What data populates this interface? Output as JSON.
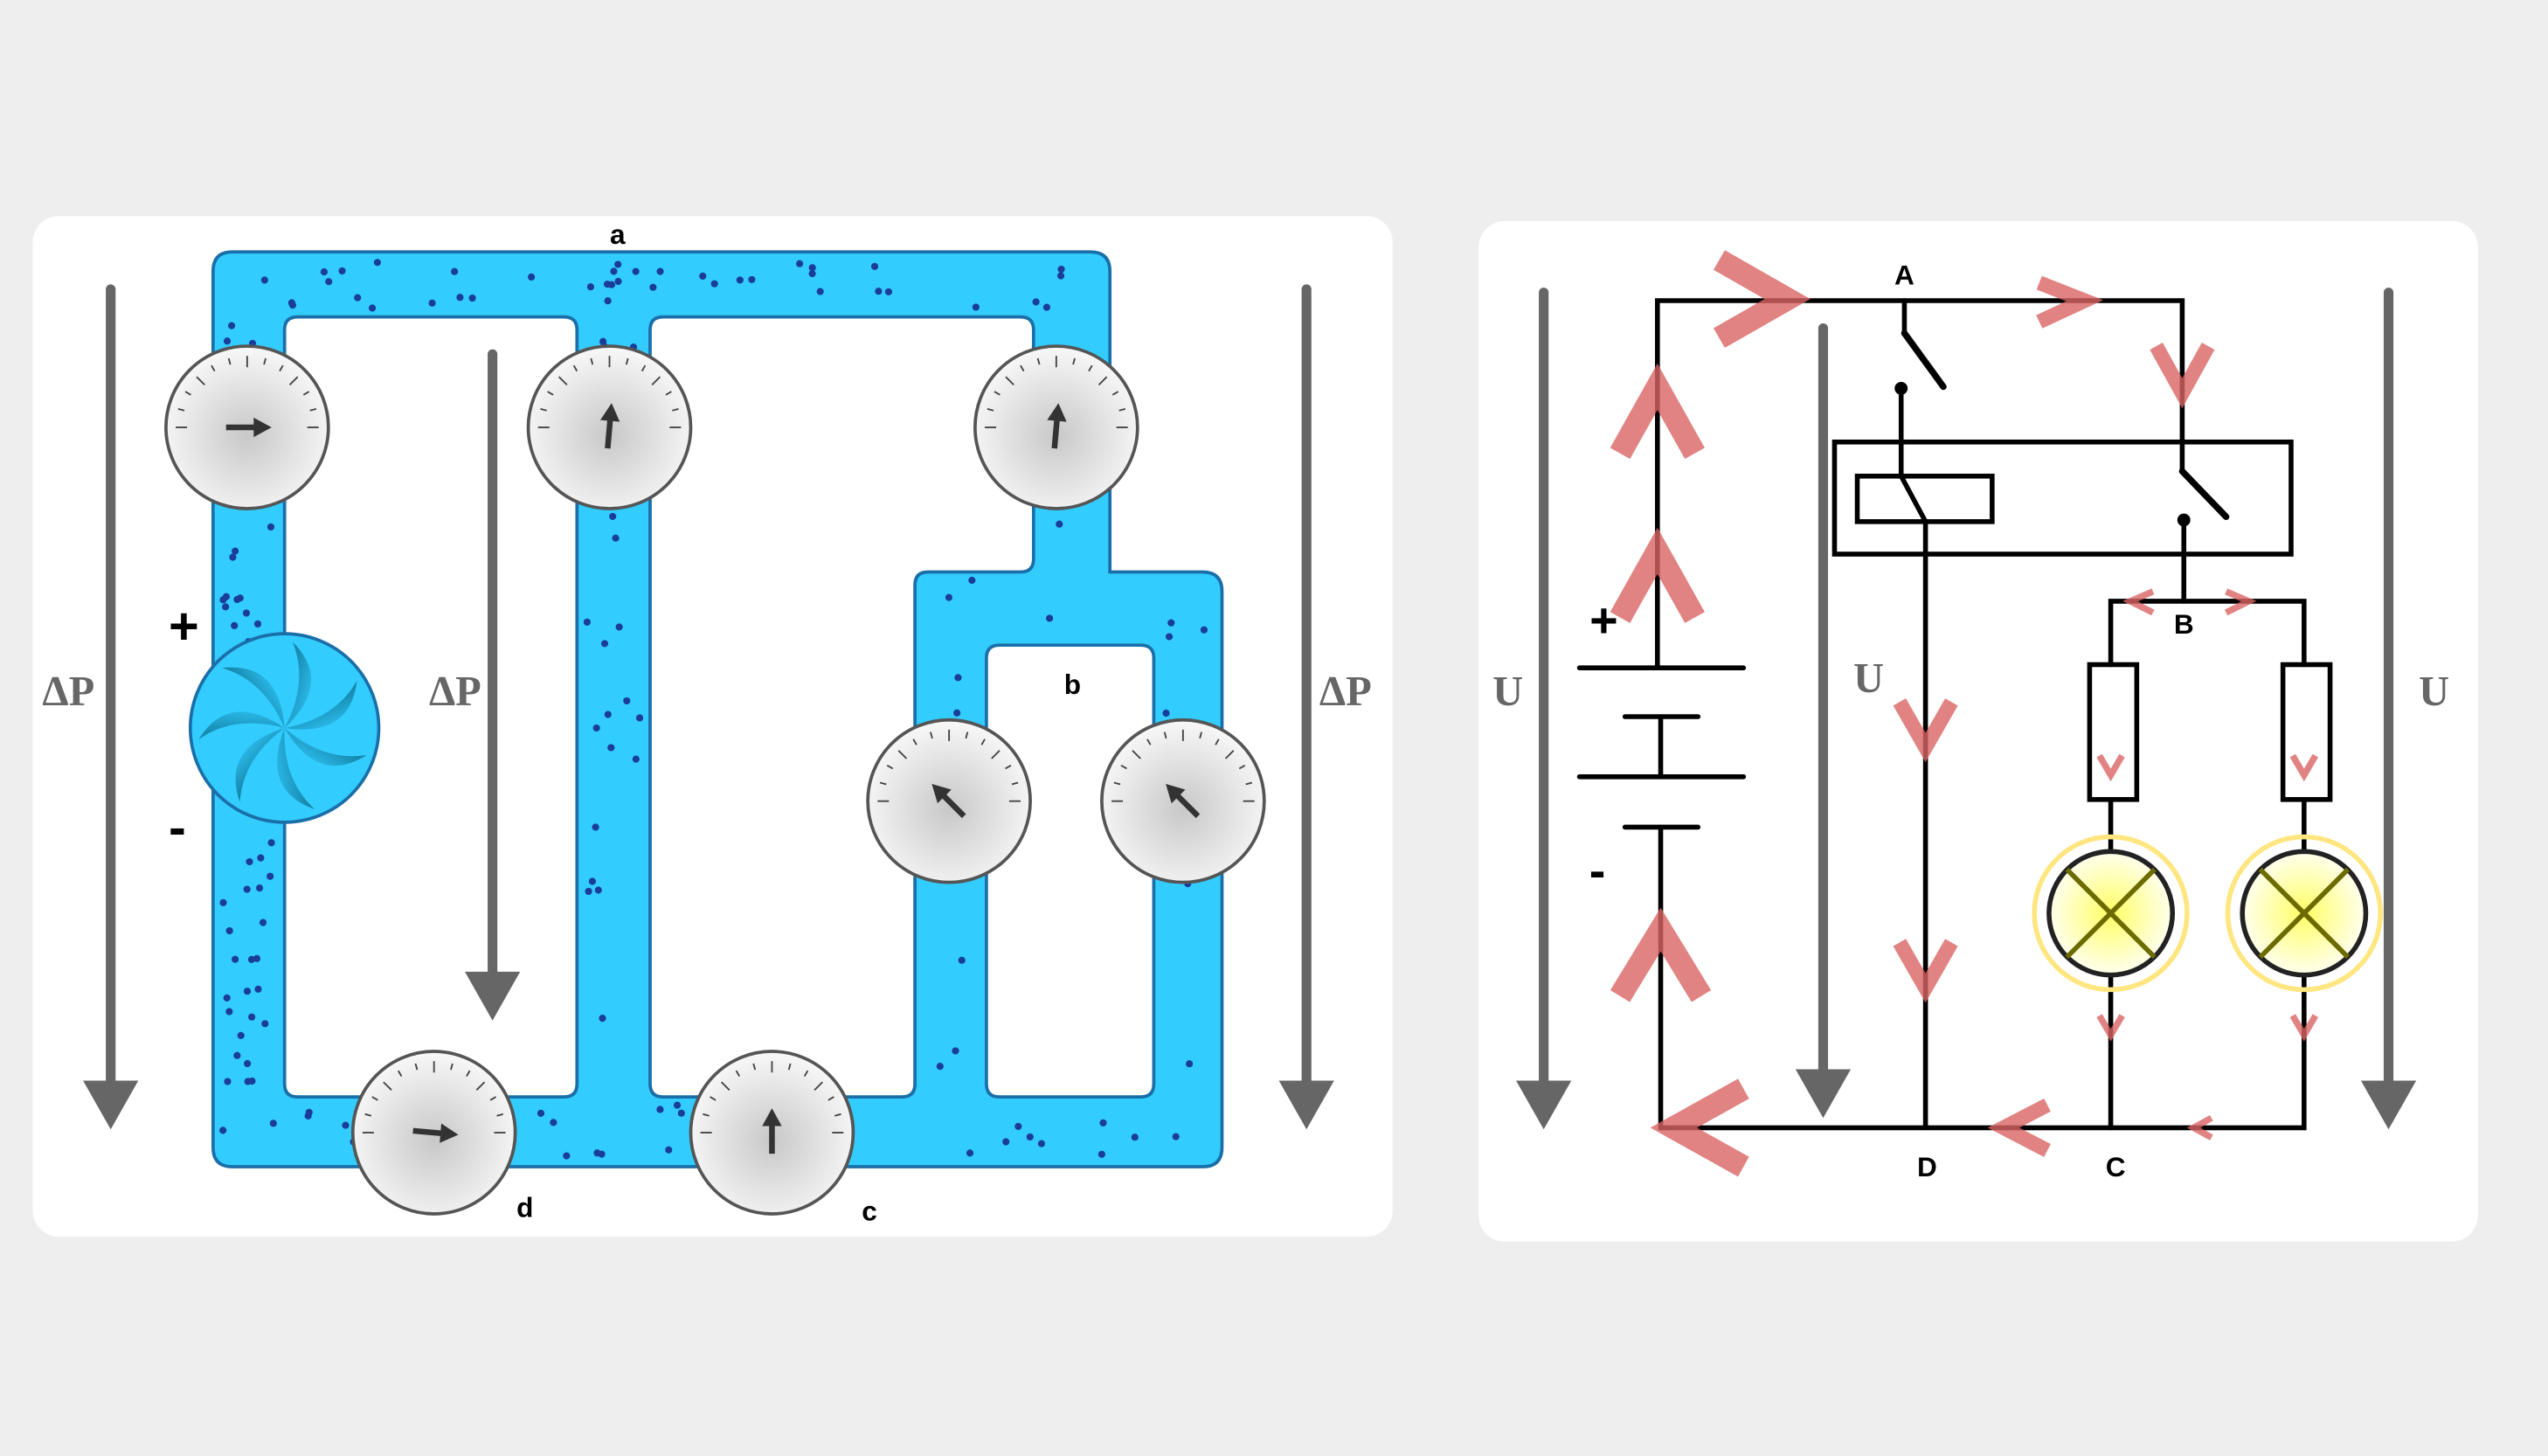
{
  "hydraulic_panel": {
    "labels": {
      "a": "a",
      "b": "b",
      "c": "c",
      "d": "d"
    },
    "pressure_labels": [
      "ΔP",
      "ΔP",
      "ΔP"
    ],
    "pump_terminals": {
      "plus": "+",
      "minus": "-"
    },
    "colors": {
      "fluid": "#33ccff",
      "particles": "#1a3d99",
      "arrow": "#666666"
    }
  },
  "circuit_panel": {
    "nodes": {
      "A": "A",
      "B": "B",
      "C": "C",
      "D": "D"
    },
    "voltage_labels": [
      "U",
      "U",
      "U"
    ],
    "battery_terminals": {
      "plus": "+",
      "minus": "-"
    },
    "colors": {
      "current_arrows": "#d96464",
      "lamp_glow": "#ffe680"
    }
  }
}
